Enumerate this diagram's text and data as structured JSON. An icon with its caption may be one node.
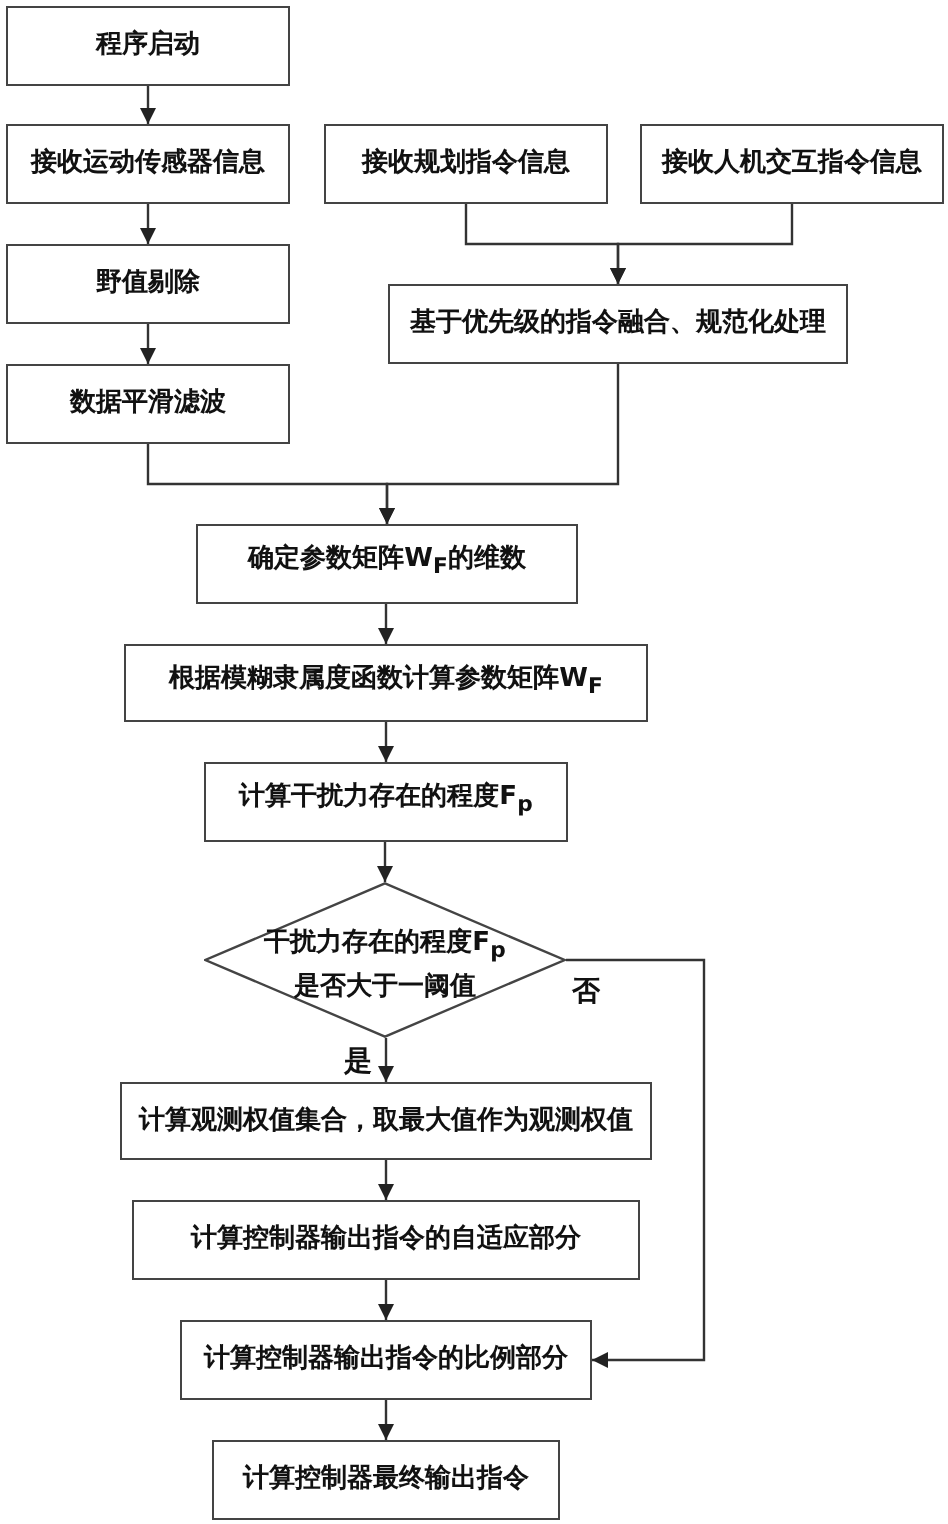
{
  "diagram": {
    "nodes": [
      {
        "text": [
          "程序启动"
        ]
      },
      {
        "text": [
          "接收运动传感器信息"
        ]
      },
      {
        "text": [
          "接收规划指令信息"
        ]
      },
      {
        "text": [
          "接收人机交互指令信息"
        ]
      },
      {
        "text": [
          "野值剔除"
        ]
      },
      {
        "text": [
          "基于优先级的指令融合、规范化处理"
        ]
      },
      {
        "text": [
          "数据平滑滤波"
        ]
      },
      {
        "text": [
          "确定参数矩阵W$_{F}$的维数"
        ]
      },
      {
        "text": [
          "根据模糊隶属度函数计算参数矩阵W$_{F}$"
        ]
      },
      {
        "text": [
          "计算干扰力存在的程度F$_{p}$"
        ]
      },
      {
        "text": [
          "干扰力存在的程度F$_{p}$是否大于一阈值"
        ]
      },
      {
        "text": [
          "计算观测权值集合，取最大值作为观测权值"
        ]
      },
      {
        "text": [
          "计算控制器输出指令的自适应部分"
        ]
      },
      {
        "text": [
          "计算控制器输出指令的比例部分"
        ]
      },
      {
        "text": [
          "计算控制器最终输出指令"
        ]
      }
    ],
    "edges": [
      {
        "from": 0,
        "to": 1,
        "arrow": "to"
      },
      {
        "from": 1,
        "to": 4,
        "arrow": "to"
      },
      {
        "from": 4,
        "to": 6,
        "arrow": "to"
      },
      {
        "from": 2,
        "to": 5,
        "arrow": "to"
      },
      {
        "from": 3,
        "to": 5,
        "arrow": "to"
      },
      {
        "from": 6,
        "to": 7,
        "arrow": "to"
      },
      {
        "from": 5,
        "to": 7,
        "arrow": "to"
      },
      {
        "from": 7,
        "to": 8,
        "arrow": "to"
      },
      {
        "from": 8,
        "to": 9,
        "arrow": "to"
      },
      {
        "from": 9,
        "to": 10,
        "arrow": "to"
      },
      {
        "from": 10,
        "to": 11,
        "arrow": "to",
        "label": "是"
      },
      {
        "from": 10,
        "to": 13,
        "arrow": "to",
        "label": "否"
      },
      {
        "from": 11,
        "to": 12,
        "arrow": "to"
      },
      {
        "from": 12,
        "to": 13,
        "arrow": "to"
      },
      {
        "from": 13,
        "to": 14,
        "arrow": "to"
      }
    ]
  }
}
